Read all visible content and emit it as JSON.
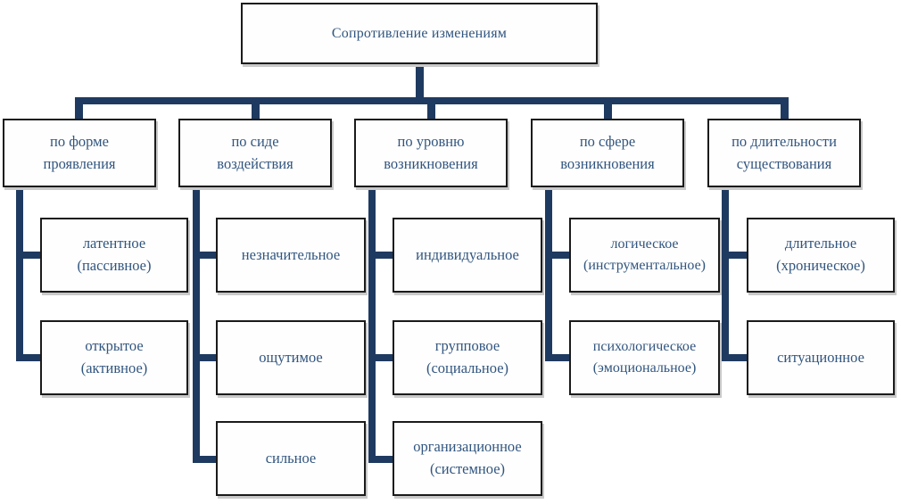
{
  "diagram_title": "Сопротивление изменениям",
  "tree": {
    "root_label": "Сопротивление изменениям",
    "branches": [
      {
        "label": "по форме\nпроявления",
        "children": [
          "латентное\n(пассивное)",
          "открытое\n(активное)"
        ]
      },
      {
        "label": "по сиде\nвоздействия",
        "children": [
          "незначительное",
          "ощутимое",
          "сильное"
        ]
      },
      {
        "label": "по уровню\nвозникновения",
        "children": [
          "индивидуальное",
          "групповое\n(социальное)",
          "организационное\n(системное)"
        ]
      },
      {
        "label": "по сфере\nвозникновения",
        "children": [
          "логическое\n(инструментальное)",
          "психологическое\n(эмоциональное)"
        ]
      },
      {
        "label": "по длительности\nсуществования",
        "children": [
          "длительное\n(хроническое)",
          "ситуационное"
        ]
      }
    ]
  },
  "colors": {
    "text": "#31557F",
    "connector": "#1F3A60",
    "box_border": "#1B1B1B",
    "box_shadow": "#C9C9C9",
    "background": "#FFFFFF"
  }
}
